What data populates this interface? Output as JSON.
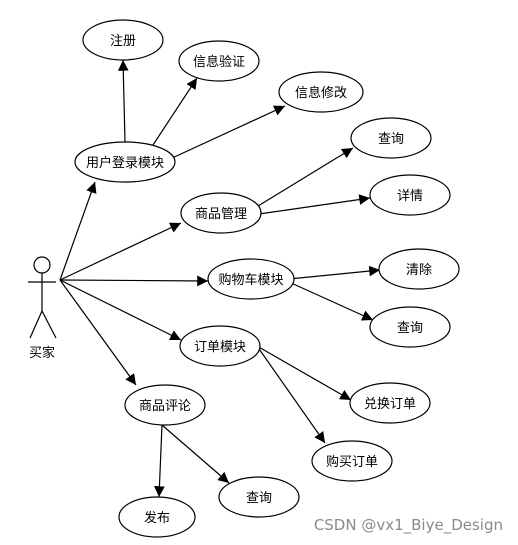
{
  "diagram": {
    "actor": {
      "id": "buyer",
      "label": "买家"
    },
    "nodes": [
      {
        "id": "login",
        "label": "用户登录模块"
      },
      {
        "id": "register",
        "label": "注册"
      },
      {
        "id": "verify",
        "label": "信息验证"
      },
      {
        "id": "modify",
        "label": "信息修改"
      },
      {
        "id": "goods",
        "label": "商品管理"
      },
      {
        "id": "goods_query",
        "label": "查询"
      },
      {
        "id": "goods_detail",
        "label": "详情"
      },
      {
        "id": "cart",
        "label": "购物车模块"
      },
      {
        "id": "cart_clear",
        "label": "清除"
      },
      {
        "id": "cart_query",
        "label": "查询"
      },
      {
        "id": "order",
        "label": "订单模块"
      },
      {
        "id": "order_exch",
        "label": "兑换订单"
      },
      {
        "id": "order_buy",
        "label": "购买订单"
      },
      {
        "id": "review",
        "label": "商品评论"
      },
      {
        "id": "rev_publish",
        "label": "发布"
      },
      {
        "id": "rev_query",
        "label": "查询"
      }
    ],
    "edges": [
      {
        "from": "buyer",
        "to": "login"
      },
      {
        "from": "buyer",
        "to": "goods"
      },
      {
        "from": "buyer",
        "to": "cart"
      },
      {
        "from": "buyer",
        "to": "order"
      },
      {
        "from": "buyer",
        "to": "review"
      },
      {
        "from": "login",
        "to": "register"
      },
      {
        "from": "login",
        "to": "verify"
      },
      {
        "from": "login",
        "to": "modify"
      },
      {
        "from": "goods",
        "to": "goods_query"
      },
      {
        "from": "goods",
        "to": "goods_detail"
      },
      {
        "from": "cart",
        "to": "cart_clear"
      },
      {
        "from": "cart",
        "to": "cart_query"
      },
      {
        "from": "order",
        "to": "order_exch"
      },
      {
        "from": "order",
        "to": "order_buy"
      },
      {
        "from": "review",
        "to": "rev_publish"
      },
      {
        "from": "review",
        "to": "rev_query"
      }
    ]
  },
  "watermark": "CSDN @vx1_Biye_Design"
}
